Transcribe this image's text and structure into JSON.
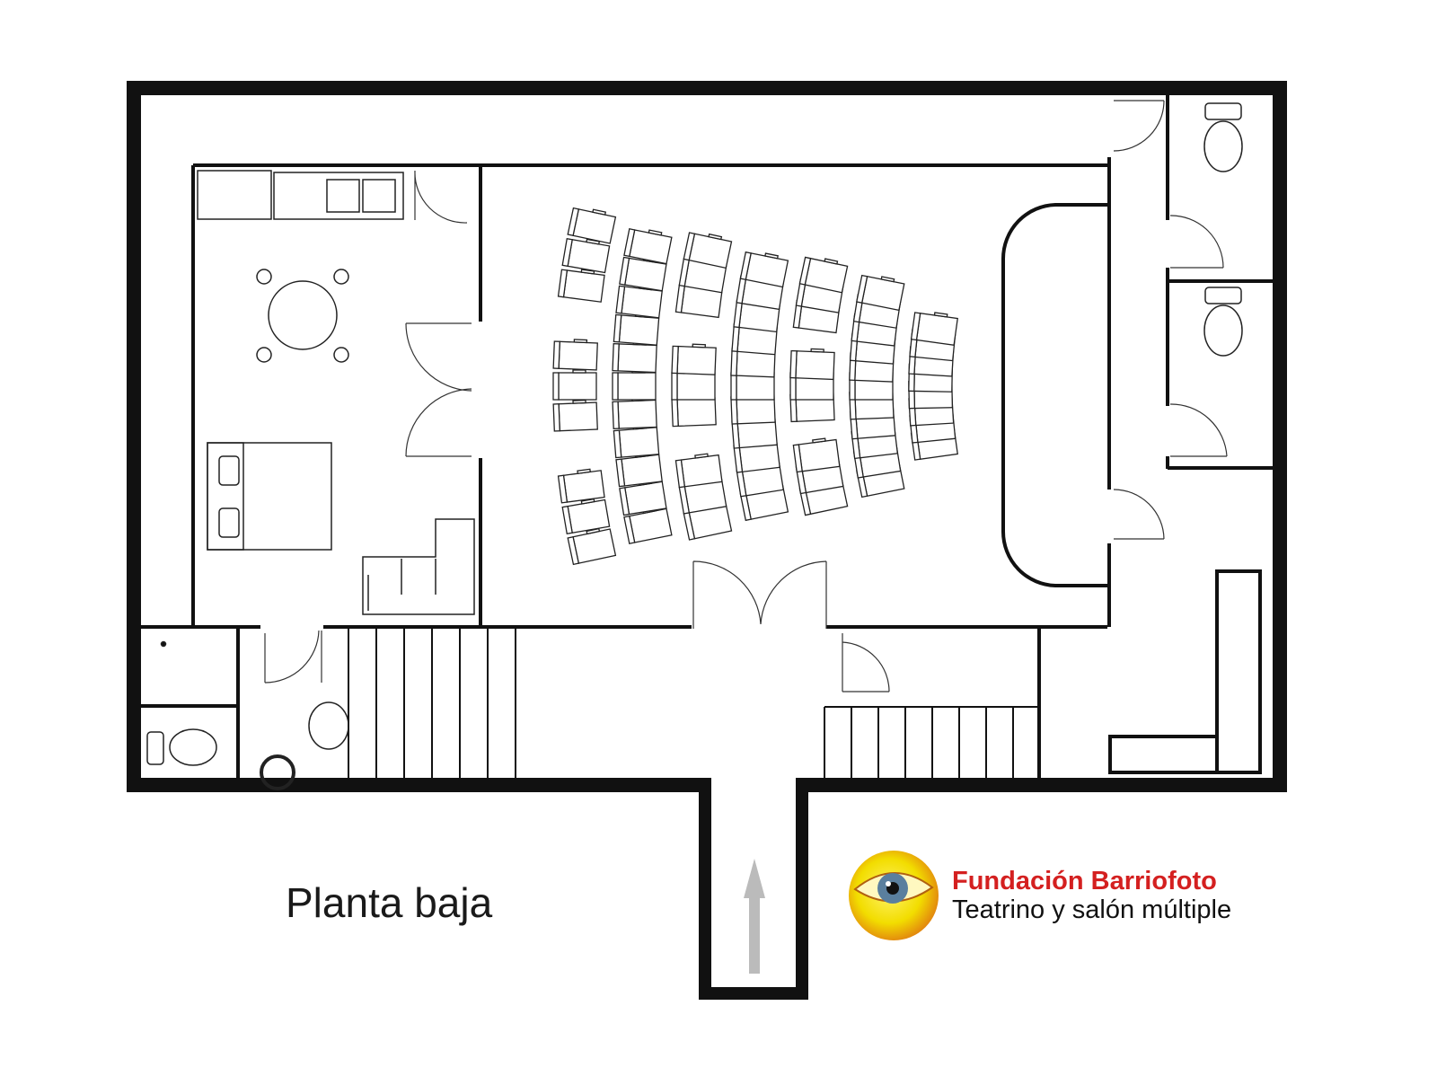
{
  "plan": {
    "title": "Planta baja",
    "organization": "Fundación Barriofoto",
    "subtitle": "Teatrino y salón múltiple",
    "logo_icon": "eye-logo-icon",
    "entrance_icon": "arrow-up-icon"
  },
  "seating": {
    "column_seat_counts": [
      10,
      11,
      10,
      11,
      10,
      11,
      8
    ]
  },
  "colors": {
    "wall": "#111111",
    "brand_red": "#d42020",
    "logo_yellow": "#f5e400"
  }
}
